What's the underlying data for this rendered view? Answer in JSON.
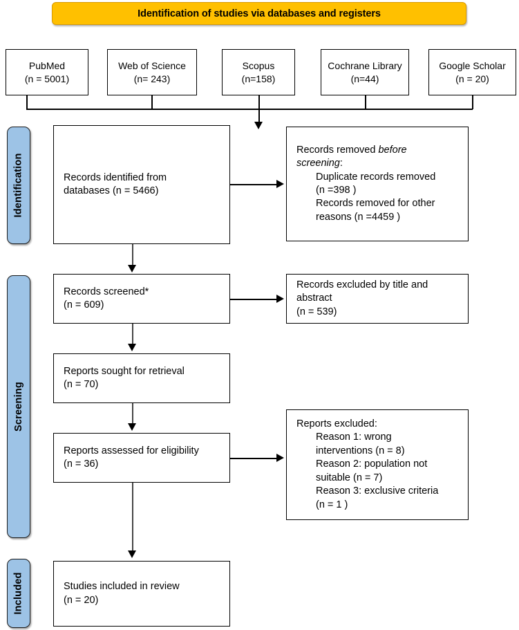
{
  "banner": {
    "title": "Identification of studies via databases and registers"
  },
  "sources": [
    {
      "name": "PubMed",
      "count": "(n = 5001)"
    },
    {
      "name": "Web of Science",
      "count": "(n= 243)"
    },
    {
      "name": "Scopus",
      "count": "(n=158)"
    },
    {
      "name": "Cochrane Library",
      "count": "(n=44)"
    },
    {
      "name": "Google Scholar",
      "count": "(n = 20)"
    }
  ],
  "stages": [
    {
      "label": "Identification"
    },
    {
      "label": "Screening"
    },
    {
      "label": "Included"
    }
  ],
  "boxes": {
    "identified": {
      "line1": "Records identified from",
      "line2": "databases (n = 5466)"
    },
    "removed_before_screening": {
      "line1": "Records removed ",
      "line1_italic": "before",
      "line2_italic": "screening",
      "line2_tail": ":",
      "line3": "Duplicate records removed",
      "line4": "(n =398 )",
      "line5": "Records removed for other",
      "line6": "reasons (n =4459 )"
    },
    "screened": {
      "line1": "Records screened*",
      "line2": "(n = 609)"
    },
    "excluded_title_abstract": {
      "line1": "Records excluded by title and",
      "line2": "abstract",
      "line3": "(n = 539)"
    },
    "sought_retrieval": {
      "line1": "Reports sought for retrieval",
      "line2": "(n = 70)"
    },
    "assessed_eligibility": {
      "line1": "Reports assessed for eligibility",
      "line2": "(n = 36)"
    },
    "reports_excluded": {
      "line1": "Reports excluded:",
      "line2": "Reason 1: wrong",
      "line3": "interventions (n = 8)",
      "line4": "Reason 2: population not",
      "line5": "suitable (n = 7)",
      "line6": "Reason 3: exclusive criteria",
      "line7": "(n = 1 )"
    },
    "included_review": {
      "line1": "Studies included in review",
      "line2": "(n = 20)"
    }
  },
  "colors": {
    "banner_fill": "#FFC000",
    "stage_pill_fill": "#9DC3E6",
    "box_border": "#000000",
    "background": "#FFFFFF"
  },
  "chart_data": {
    "type": "diagram",
    "title": "PRISMA 2020 flow diagram for new systematic reviews which included searches of databases and registers only",
    "nodes": [
      {
        "id": "pubmed",
        "label": "PubMed",
        "n": 5001
      },
      {
        "id": "wos",
        "label": "Web of Science",
        "n": 243
      },
      {
        "id": "scopus",
        "label": "Scopus",
        "n": 158
      },
      {
        "id": "cochrane",
        "label": "Cochrane Library",
        "n": 44
      },
      {
        "id": "gscholar",
        "label": "Google Scholar",
        "n": 20
      },
      {
        "id": "identified",
        "label": "Records identified from databases",
        "n": 5466
      },
      {
        "id": "dup_removed",
        "label": "Duplicate records removed",
        "n": 398
      },
      {
        "id": "other_removed",
        "label": "Records removed for other reasons",
        "n": 4459
      },
      {
        "id": "screened",
        "label": "Records screened",
        "n": 609
      },
      {
        "id": "excl_ta",
        "label": "Records excluded by title and abstract",
        "n": 539
      },
      {
        "id": "sought",
        "label": "Reports sought for retrieval",
        "n": 70
      },
      {
        "id": "assessed",
        "label": "Reports assessed for eligibility",
        "n": 36
      },
      {
        "id": "excl_r1",
        "label": "Reason 1: wrong interventions",
        "n": 8
      },
      {
        "id": "excl_r2",
        "label": "Reason 2: population not suitable",
        "n": 7
      },
      {
        "id": "excl_r3",
        "label": "Reason 3: exclusive criteria",
        "n": 1
      },
      {
        "id": "included",
        "label": "Studies included in review",
        "n": 20
      }
    ],
    "edges": [
      {
        "from": "pubmed",
        "to": "identified"
      },
      {
        "from": "wos",
        "to": "identified"
      },
      {
        "from": "scopus",
        "to": "identified"
      },
      {
        "from": "cochrane",
        "to": "identified"
      },
      {
        "from": "gscholar",
        "to": "identified"
      },
      {
        "from": "identified",
        "to": "dup_removed"
      },
      {
        "from": "identified",
        "to": "screened"
      },
      {
        "from": "screened",
        "to": "excl_ta"
      },
      {
        "from": "screened",
        "to": "sought"
      },
      {
        "from": "sought",
        "to": "assessed"
      },
      {
        "from": "assessed",
        "to": "excl_r1"
      },
      {
        "from": "assessed",
        "to": "included"
      }
    ]
  }
}
